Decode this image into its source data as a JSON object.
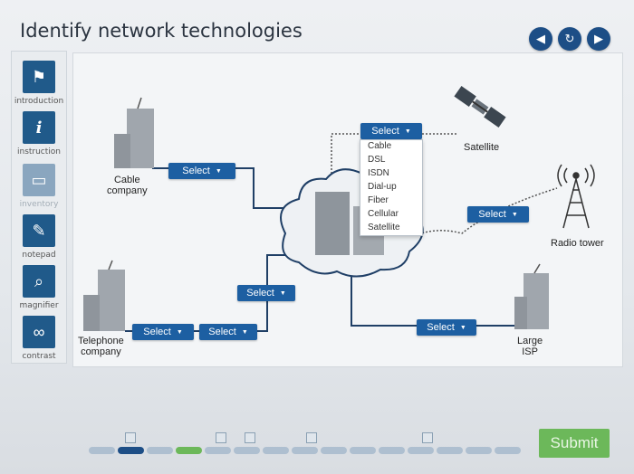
{
  "title": "Identify network technologies",
  "nav": {
    "prev": "◀",
    "refresh": "↻",
    "next": "▶"
  },
  "sidebar": [
    {
      "label": "introduction",
      "icon": "flag-icon"
    },
    {
      "label": "instruction",
      "icon": "info-icon"
    },
    {
      "label": "inventory",
      "icon": "monitor-icon"
    },
    {
      "label": "notepad",
      "icon": "pencil-icon"
    },
    {
      "label": "magnifier",
      "icon": "magnifier-icon"
    },
    {
      "label": "contrast",
      "icon": "glasses-icon"
    }
  ],
  "nodes": {
    "cable_company": "Cable\ncompany",
    "telephone_company": "Telephone\ncompany",
    "satellite": "Satellite",
    "radio_tower": "Radio tower",
    "large_isp": "Large\nISP"
  },
  "select_label": "Select",
  "dropdown_options": [
    "Cable",
    "DSL",
    "ISDN",
    "Dial-up",
    "Fiber",
    "Cellular",
    "Satellite"
  ],
  "submit_label": "Submit",
  "colors": {
    "accent": "#1d5fa2",
    "submit": "#6cb85a",
    "nav": "#1d4e86"
  }
}
